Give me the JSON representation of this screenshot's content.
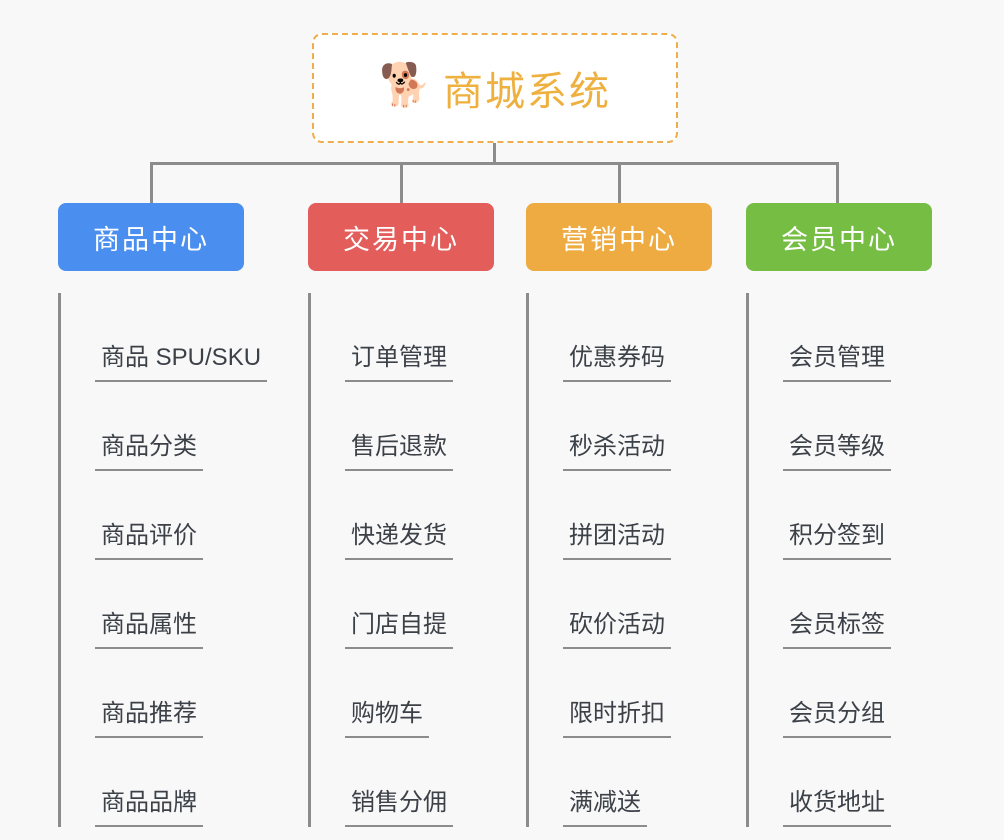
{
  "canvas": {
    "background": "#f8f8f9",
    "line_color": "#8c8c8c"
  },
  "root": {
    "icon": "shiba-inu-dog-face-emoji",
    "emoji": "🐕",
    "title": "商城系统",
    "text_color": "#eeb03f",
    "border_color": "#efae4a",
    "background": "#ffffff"
  },
  "branches": [
    {
      "title": "商品中心",
      "color": "#4a8fef",
      "items": [
        "商品 SPU/SKU",
        "商品分类",
        "商品评价",
        "商品属性",
        "商品推荐",
        "商品品牌"
      ]
    },
    {
      "title": "交易中心",
      "color": "#e35d5b",
      "items": [
        "订单管理",
        "售后退款",
        "快递发货",
        "门店自提",
        "购物车",
        "销售分佣"
      ]
    },
    {
      "title": "营销中心",
      "color": "#edab42",
      "items": [
        "优惠券码",
        "秒杀活动",
        "拼团活动",
        "砍价活动",
        "限时折扣",
        "满减送"
      ]
    },
    {
      "title": "会员中心",
      "color": "#76be43",
      "items": [
        "会员管理",
        "会员等级",
        "积分签到",
        "会员标签",
        "会员分组",
        "收货地址"
      ]
    }
  ]
}
